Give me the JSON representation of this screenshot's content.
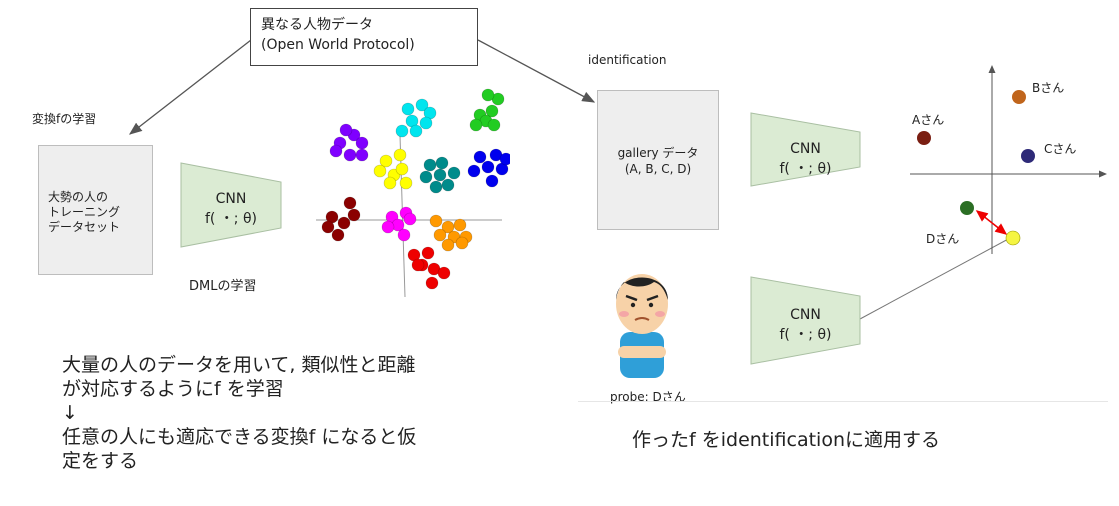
{
  "callout": {
    "line1": "異なる人物データ",
    "line2": "(Open World Protocol)"
  },
  "left": {
    "section_label": "変換fの学習",
    "train_box": [
      "大勢の人の",
      "トレーニング",
      "データセット"
    ],
    "cnn_label": "CNN",
    "cnn_func": "f( ・; θ)",
    "dml_label": "DMLの学習"
  },
  "right": {
    "section_label": "identification",
    "gallery_box": [
      "gallery データ",
      "(A, B, C, D)"
    ],
    "cnn_label": "CNN",
    "cnn_func": "f( ・; θ)",
    "probe_label": "probe: Dさん",
    "points": [
      {
        "label": "Aさん",
        "color": "#7a1e12"
      },
      {
        "label": "Bさん",
        "color": "#c0651c"
      },
      {
        "label": "Cさん",
        "color": "#2e2a78"
      },
      {
        "label": "Dさん",
        "color": "#2b6e24"
      }
    ],
    "probe_color": "#f5f542"
  },
  "bottom_left": {
    "line1": "大量の人のデータを用いて, 類似性と距離",
    "line2": "が対応するようにf を学習",
    "arrow": "↓",
    "line3": "任意の人にも適応できる変換f になると仮",
    "line4": "定をする"
  },
  "bottom_right": {
    "text": "作ったf をidentificationに適用する"
  },
  "cluster_colors": [
    "#7f00ff",
    "#00e5ee",
    "#22cc22",
    "#ffff00",
    "#008b8b",
    "#0000ee",
    "#8b0000",
    "#ff00ff",
    "#ff9900",
    "#ee0000"
  ]
}
